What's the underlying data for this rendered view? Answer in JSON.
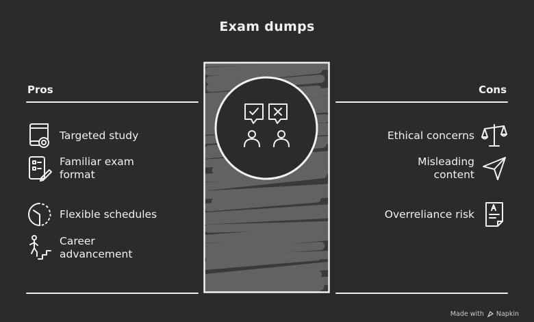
{
  "title": "Exam dumps",
  "pros": {
    "heading": "Pros",
    "items": [
      {
        "lines": [
          "Targeted study"
        ],
        "icon": "book-target-icon"
      },
      {
        "lines": [
          "Familiar exam",
          "format"
        ],
        "icon": "checklist-pencil-icon"
      },
      {
        "lines": [
          "Flexible schedules"
        ],
        "icon": "clock-icon"
      },
      {
        "lines": [
          "Career",
          "advancement"
        ],
        "icon": "person-stairs-icon"
      }
    ]
  },
  "cons": {
    "heading": "Cons",
    "items": [
      {
        "lines": [
          "Ethical concerns"
        ],
        "icon": "scales-icon"
      },
      {
        "lines": [
          "Misleading",
          "content"
        ],
        "icon": "send-arrow-icon"
      },
      {
        "lines": [
          "Overreliance risk"
        ],
        "icon": "graded-paper-icon"
      }
    ]
  },
  "center": {
    "icon": "check-cross-chat-people-icon"
  },
  "footer": {
    "text": "Made with",
    "brand": "Napkin"
  },
  "colors": {
    "background": "#2b2b2b",
    "foreground": "#f2f2f2",
    "hatch": "#5e5e5e"
  }
}
